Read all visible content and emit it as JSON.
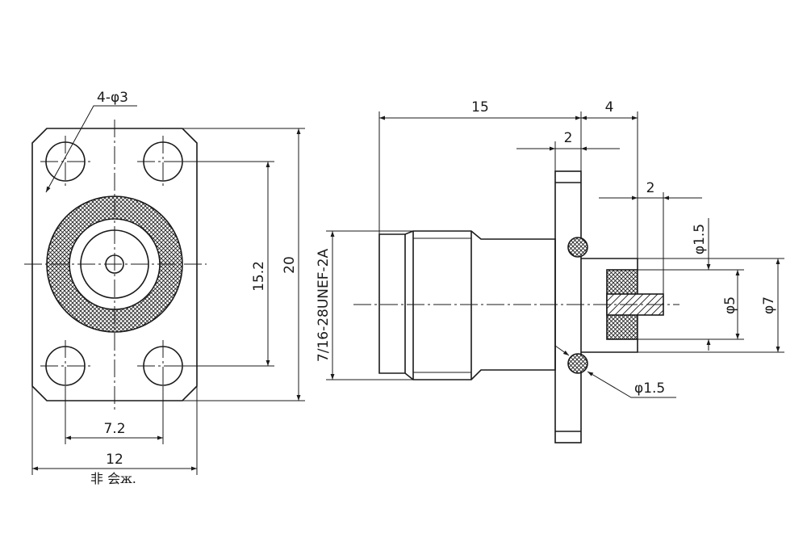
{
  "front_view": {
    "hole_callout": "4-φ3",
    "dim_height_inner": "15.2",
    "dim_height_outer": "20",
    "dim_width_inner": "7.2",
    "dim_width_outer": "12",
    "note": "非 会ж."
  },
  "side_view": {
    "dim_length": "15",
    "dim_flange_offset": "4",
    "dim_flange_thickness": "2",
    "dim_pin_length": "2",
    "dim_oring_top": "φ1.5",
    "dim_oring_bottom": "φ1.5",
    "dim_inner_dia": "φ5",
    "dim_outer_dia": "φ7",
    "thread_spec": "7/16-28UNEF-2A"
  }
}
